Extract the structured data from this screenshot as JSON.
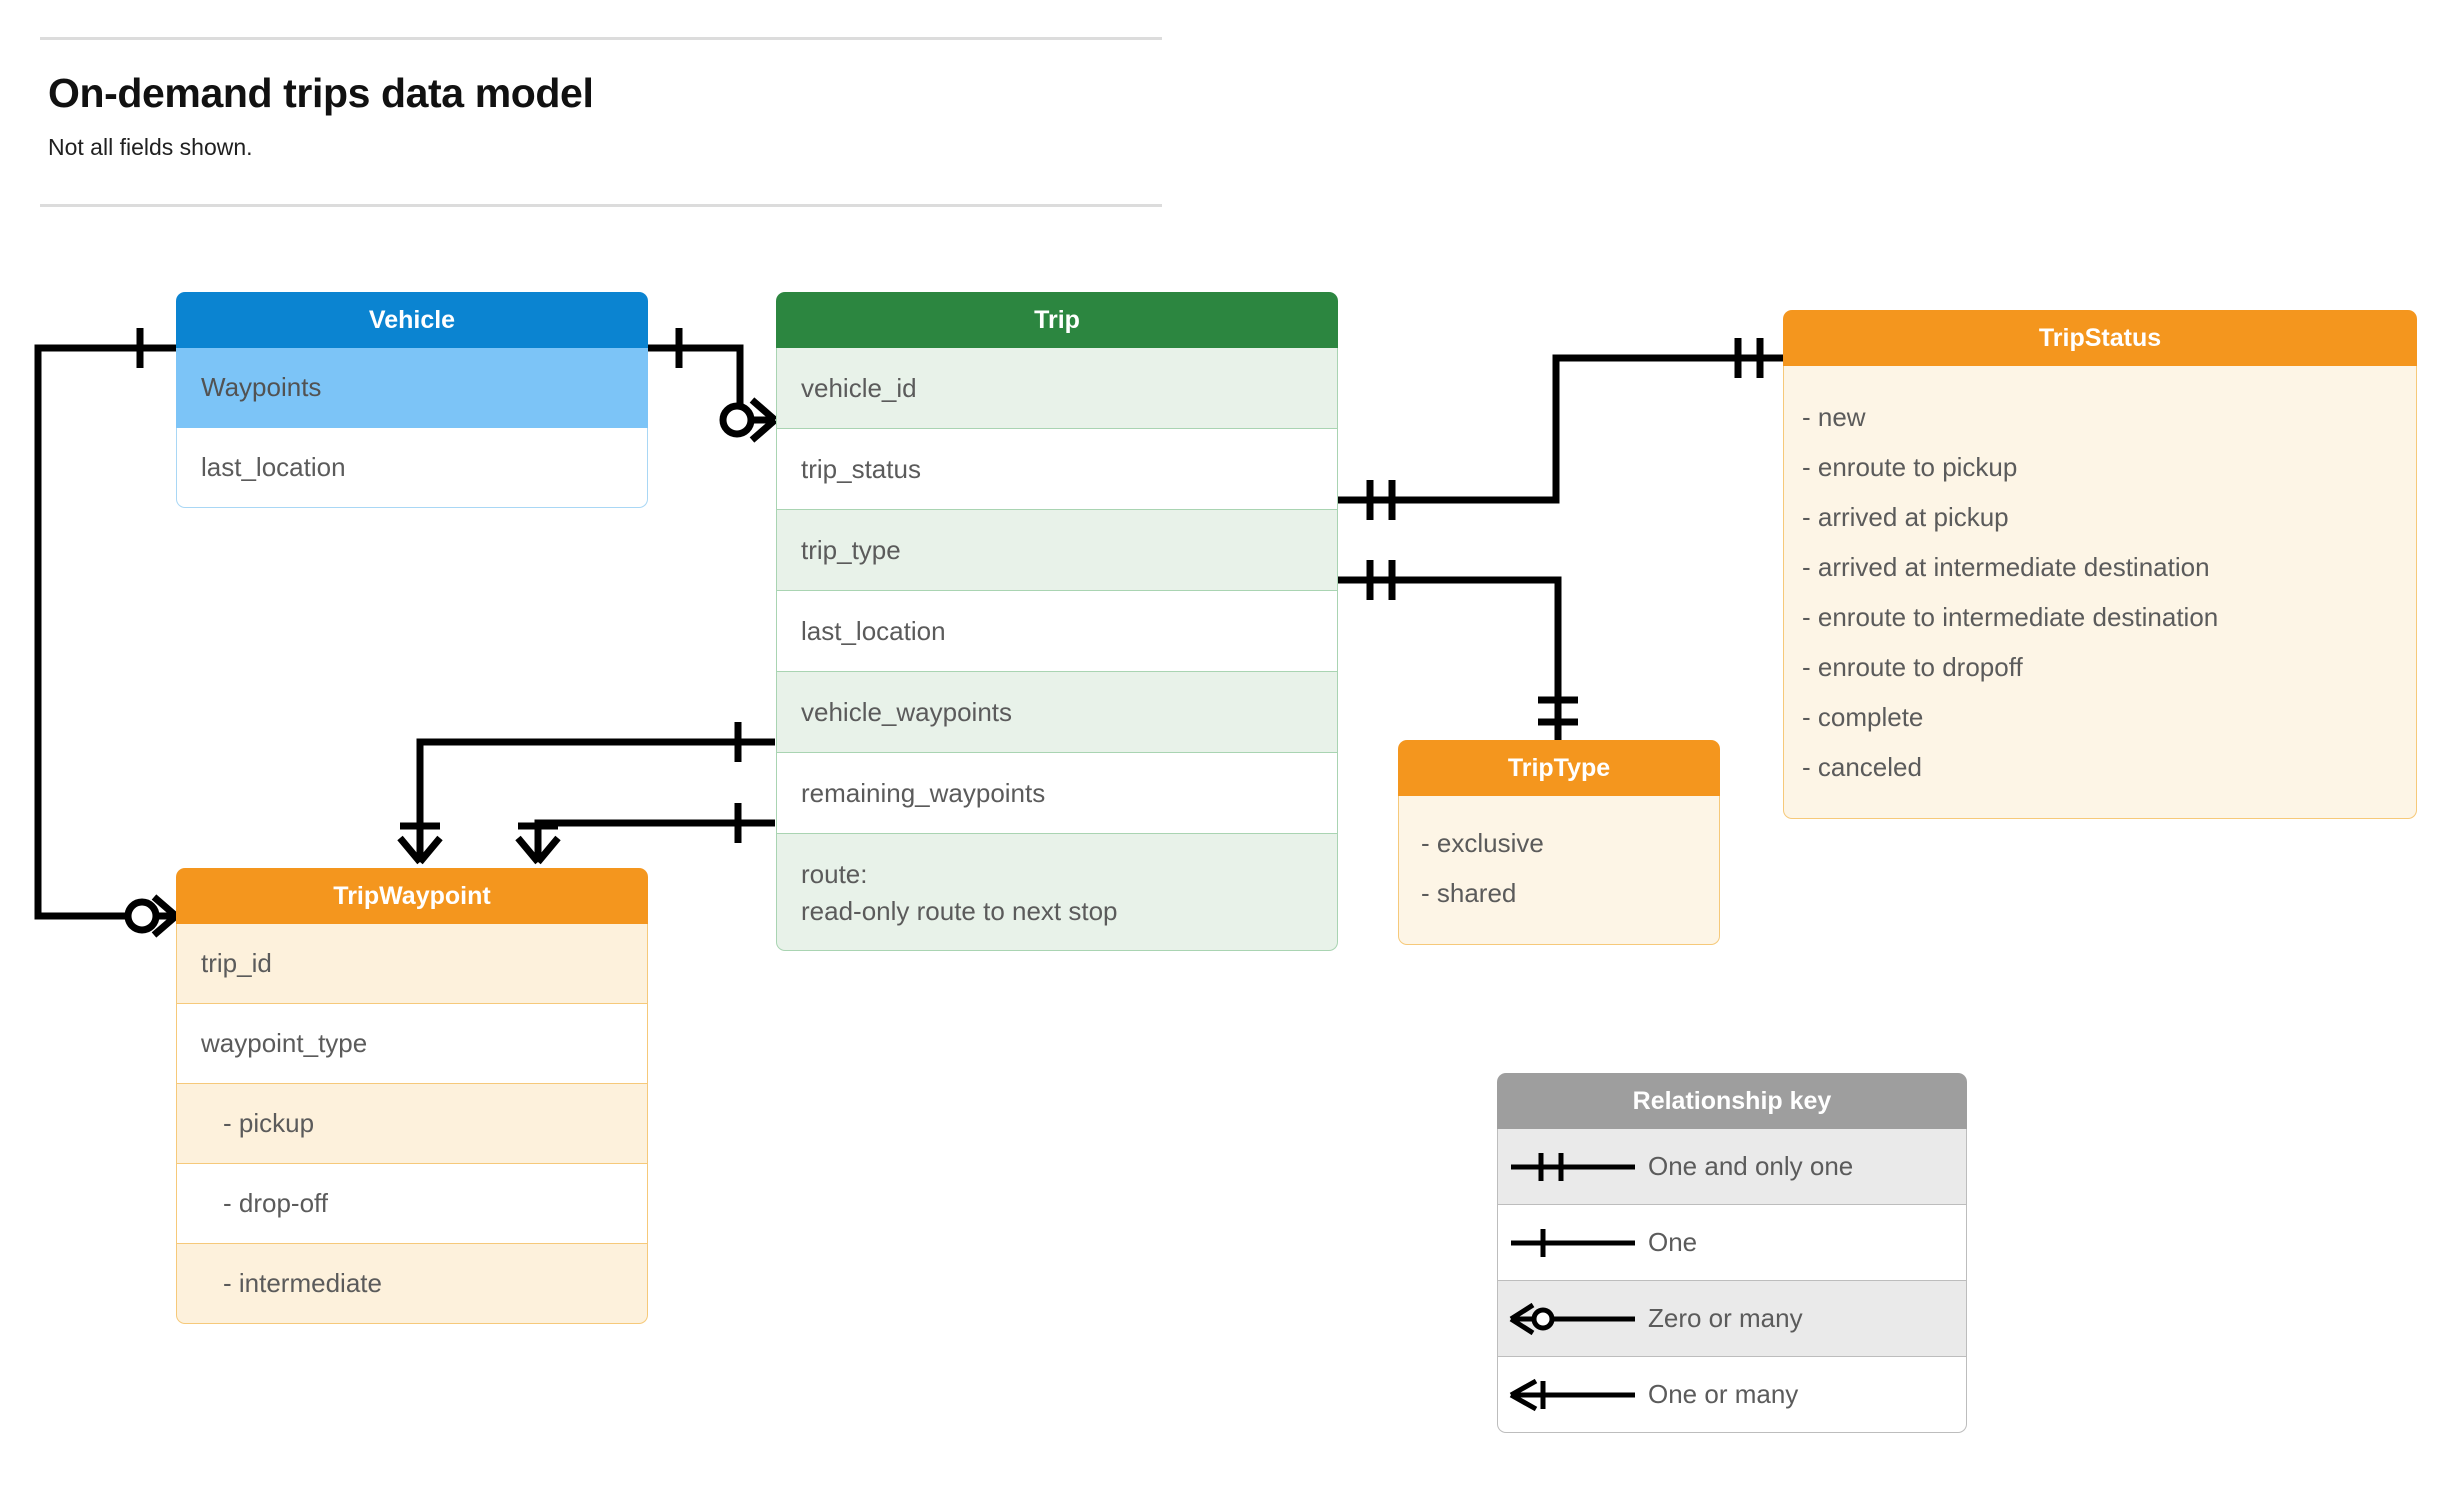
{
  "header": {
    "title": "On-demand trips data model",
    "subtitle": "Not all fields shown."
  },
  "entities": {
    "vehicle": {
      "name": "Vehicle",
      "header_color": "#0b84d1",
      "fields": [
        "Waypoints",
        "last_location"
      ]
    },
    "trip": {
      "name": "Trip",
      "header_color": "#2c8640",
      "fields": [
        "vehicle_id",
        "trip_status",
        "trip_type",
        "last_location",
        "vehicle_waypoints",
        "remaining_waypoints"
      ],
      "route_label": "route:",
      "route_desc": "read-only route to next stop"
    },
    "trip_status": {
      "name": "TripStatus",
      "header_color": "#f4961e",
      "values": [
        "- new",
        "- enroute to pickup",
        "- arrived at pickup",
        "- arrived at intermediate destination",
        "- enroute to intermediate destination",
        "- enroute to dropoff",
        "- complete",
        "- canceled"
      ]
    },
    "trip_type": {
      "name": "TripType",
      "header_color": "#f4961e",
      "values": [
        "- exclusive",
        "- shared"
      ]
    },
    "trip_waypoint": {
      "name": "TripWaypoint",
      "header_color": "#f4961e",
      "fields": [
        "trip_id",
        "waypoint_type"
      ],
      "enum_values": [
        "-  pickup",
        "-  drop-off",
        "-  intermediate"
      ]
    }
  },
  "legend": {
    "title": "Relationship key",
    "header_color": "#9e9e9e",
    "rows": [
      {
        "symbol": "one-and-only-one",
        "label": "One and only one"
      },
      {
        "symbol": "one",
        "label": "One"
      },
      {
        "symbol": "zero-or-many",
        "label": "Zero or many"
      },
      {
        "symbol": "one-or-many",
        "label": "One or many"
      }
    ]
  },
  "relationships": [
    {
      "from": "Vehicle.Waypoints",
      "from_card": "one",
      "to": "Trip.vehicle_id",
      "to_card": "zero-or-many"
    },
    {
      "from": "Vehicle.Waypoints",
      "from_card": "one",
      "to": "TripWaypoint",
      "to_card": "zero-or-many"
    },
    {
      "from": "Trip.trip_status",
      "from_card": "one-and-only-one",
      "to": "TripStatus",
      "to_card": "one-and-only-one"
    },
    {
      "from": "Trip.trip_type",
      "from_card": "one-and-only-one",
      "to": "TripType",
      "to_card": "one-and-only-one"
    },
    {
      "from": "Trip.vehicle_waypoints",
      "from_card": "one",
      "to": "TripWaypoint",
      "to_card": "one-or-many"
    },
    {
      "from": "Trip.remaining_waypoints",
      "from_card": "one",
      "to": "TripWaypoint",
      "to_card": "one-or-many"
    }
  ]
}
